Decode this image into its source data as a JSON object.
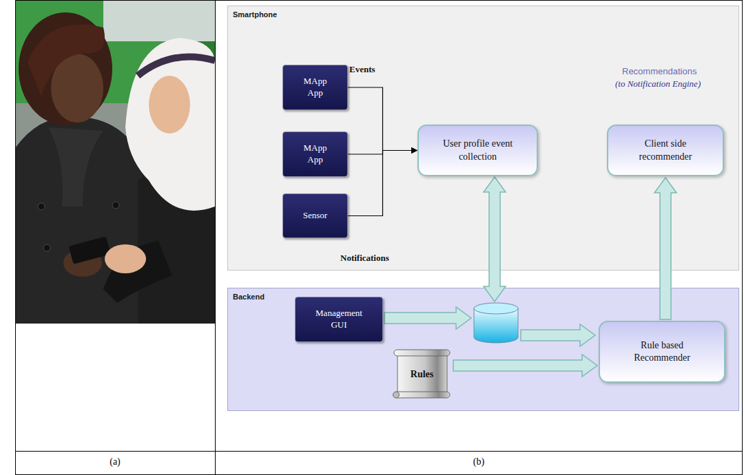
{
  "diagram": {
    "nodes": [
      {
        "text": [
          "Smartphone"
        ]
      },
      {
        "text": [
          "MApp App"
        ],
        "in": 0
      },
      {
        "text": [
          "MApp App"
        ],
        "in": 0
      },
      {
        "text": [
          "Sensor"
        ],
        "in": 0
      },
      {
        "text": [
          "User profile event collection"
        ],
        "in": 0
      },
      {
        "text": [
          "Client side recommender"
        ],
        "in": 0
      },
      {
        "text": [
          "Backend"
        ]
      },
      {
        "text": [
          "Management GUI"
        ],
        "in": 6
      },
      {
        "text": [
          "Rules"
        ],
        "in": 6
      },
      {
        "text": [
          "Rule based Recommender"
        ],
        "in": 6
      }
    ],
    "edges": [
      {
        "from": 1,
        "to": 4,
        "arrow": "to"
      },
      {
        "from": 2,
        "to": 4,
        "arrow": "to"
      },
      {
        "from": 3,
        "to": 4,
        "arrow": "to"
      },
      {
        "from": 8,
        "to": 9,
        "arrow": "to"
      },
      {
        "from": 9,
        "to": 5,
        "arrow": "to"
      }
    ],
    "labels": [
      "Events",
      "Notifications",
      "Recommendations",
      "(to Notification Engine)",
      "(a)",
      "(b)"
    ]
  }
}
